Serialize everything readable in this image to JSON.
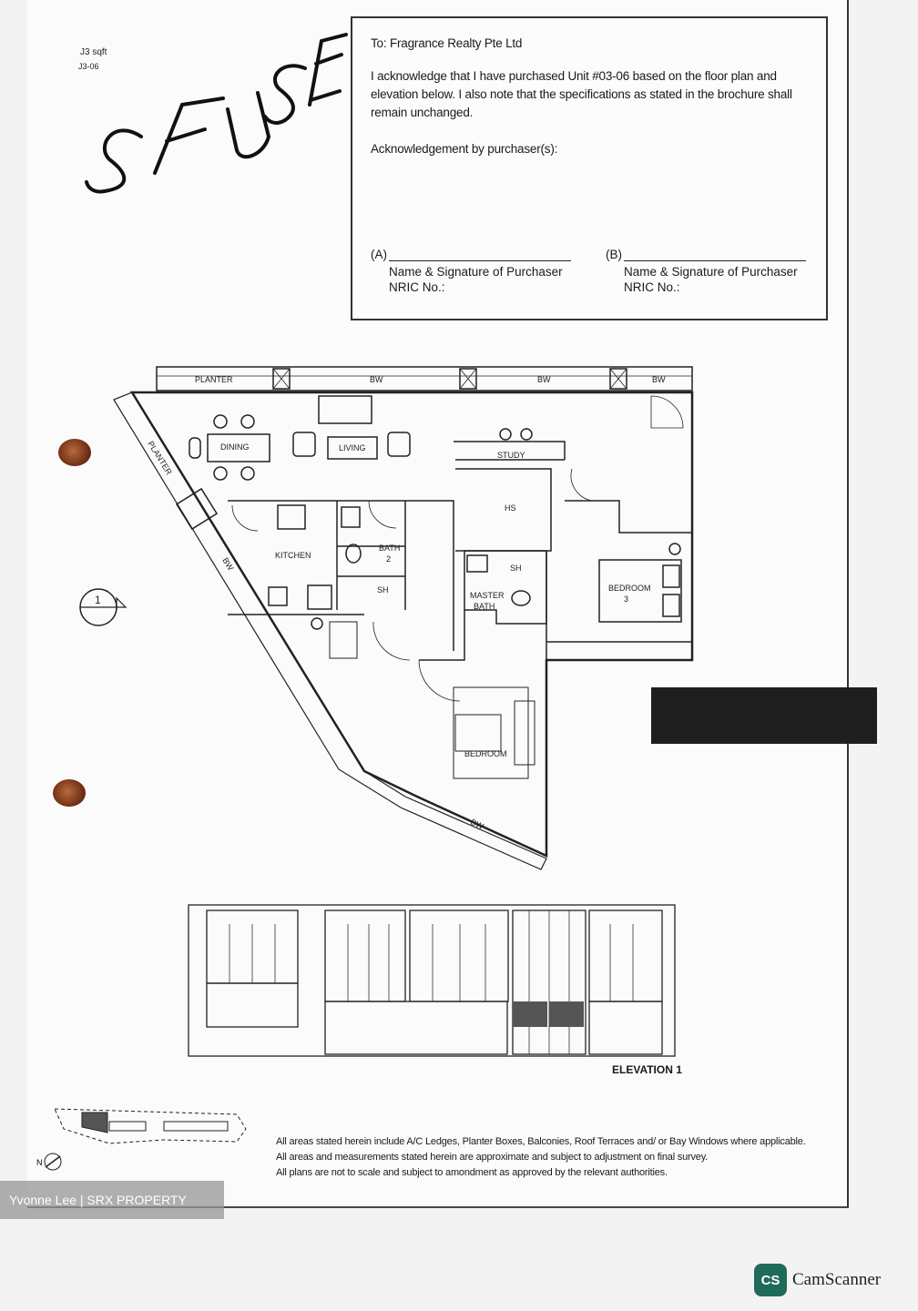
{
  "corner": {
    "line1": "J3 sqft",
    "line2": "J3-06"
  },
  "handwriting": {
    "text": "SF USE"
  },
  "ack": {
    "to": "To: Fragrance Realty Pte Ltd",
    "body_l1": "I acknowledge that I have purchased Unit #03-06 based on the floor plan and",
    "body_l2": "elevation below. I also note that the specifications as stated in the brochure shall",
    "body_l3": "remain unchanged.",
    "ack_by": "Acknowledgement by purchaser(s):",
    "a": {
      "marker": "(A)",
      "name": "Name & Signature of Purchaser",
      "nric": "NRIC No.:"
    },
    "b": {
      "marker": "(B)",
      "name": "Name & Signature of Purchaser",
      "nric": "NRIC No.:"
    }
  },
  "plan": {
    "planter_top": "PLANTER",
    "planter_side": "PLANTER",
    "bw": "BW",
    "dining": "DINING",
    "living": "LIVING",
    "study": "STUDY",
    "hs": "HS",
    "kitchen": "KITCHEN",
    "bath2": "BATH",
    "bath2_no": "2",
    "sh": "SH",
    "master_bath_l1": "MASTER",
    "master_bath_l2": "BATH",
    "bedroom3": "BEDROOM",
    "bedroom3_no": "3",
    "bedroom": "BEDROOM",
    "section_ref": "1"
  },
  "elevation": {
    "label": "ELEVATION 1"
  },
  "notes": [
    "All areas stated herein include A/C Ledges, Planter Boxes, Balconies, Roof Terraces and/ or Bay Windows where applicable.",
    "All areas and measurements stated herein are approximate and subject to adjustment on final survey.",
    "All plans are not to scale and subject to amondment as approved by the relevant authorities."
  ],
  "keyplan": {
    "north": "N"
  },
  "watermark": "Yvonne Lee | SRX PROPERTY",
  "brand": {
    "logo": "CS",
    "name": "CamScanner"
  },
  "colors": {
    "paper": "#fbfbfb",
    "ink": "#1a1a1a",
    "stamp": "#1e1e1e",
    "brand": "#1f6b5a"
  }
}
